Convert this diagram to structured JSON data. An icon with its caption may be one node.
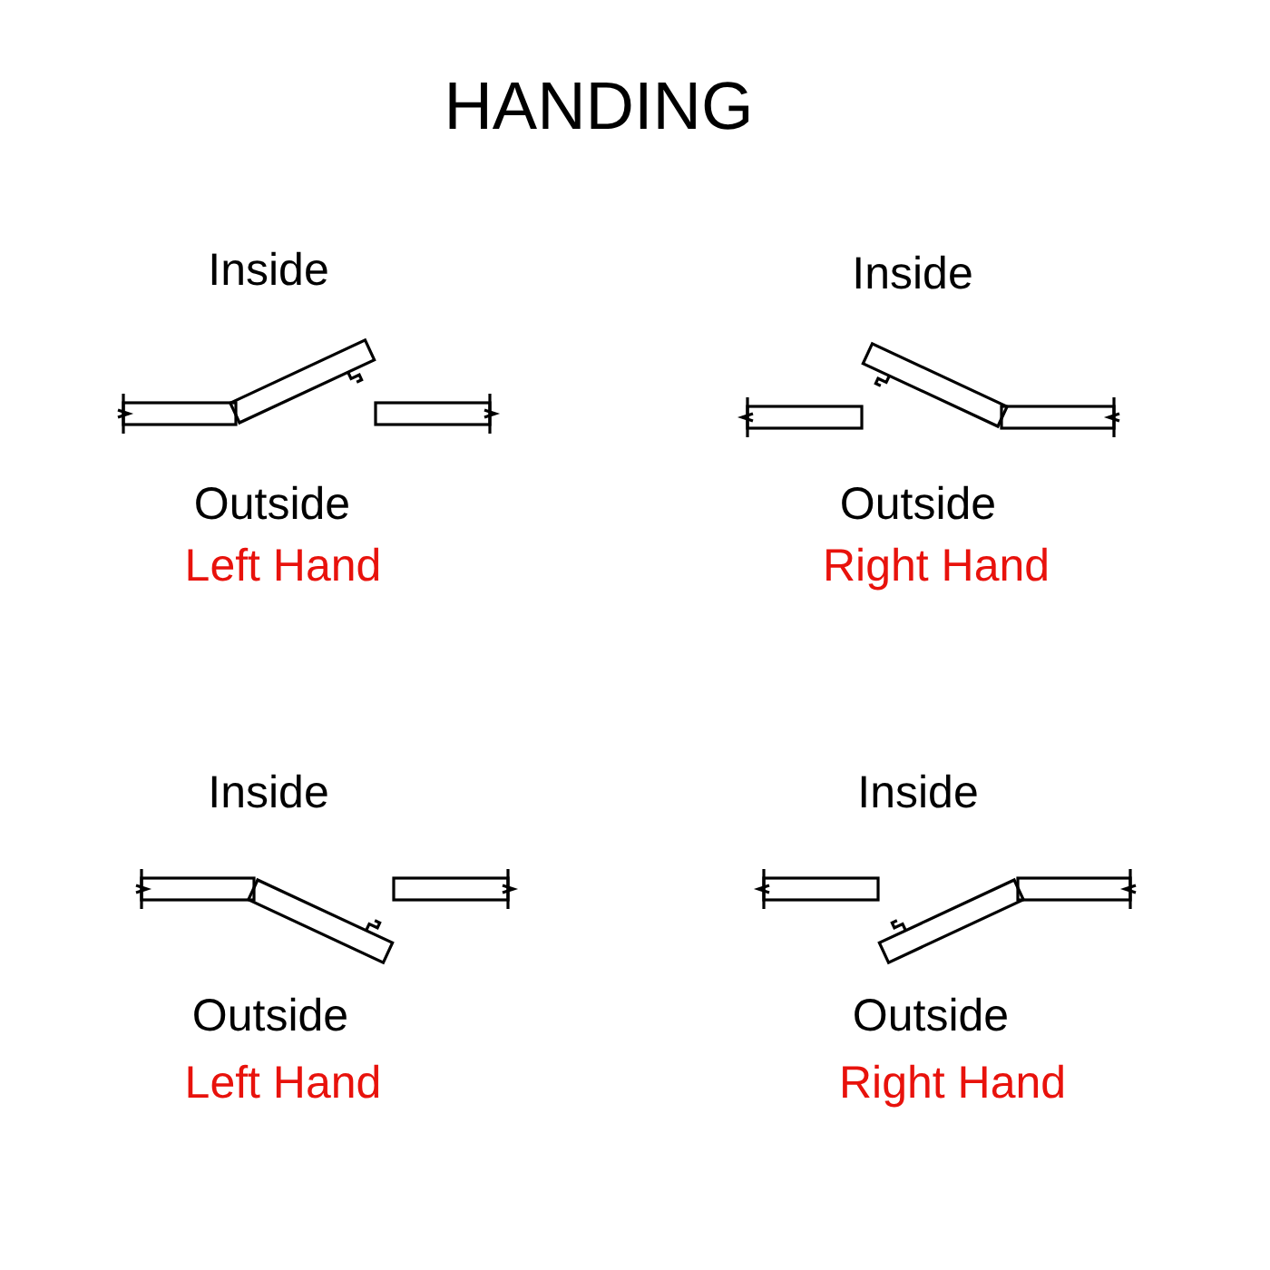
{
  "diagram": {
    "title": "HANDING",
    "labels": [
      "Inside",
      "Inside",
      "Outside",
      "Outside",
      "Left Hand",
      "Right Hand",
      "Inside",
      "Inside",
      "Outside",
      "Outside",
      "Left Hand",
      "Right Hand"
    ]
  }
}
